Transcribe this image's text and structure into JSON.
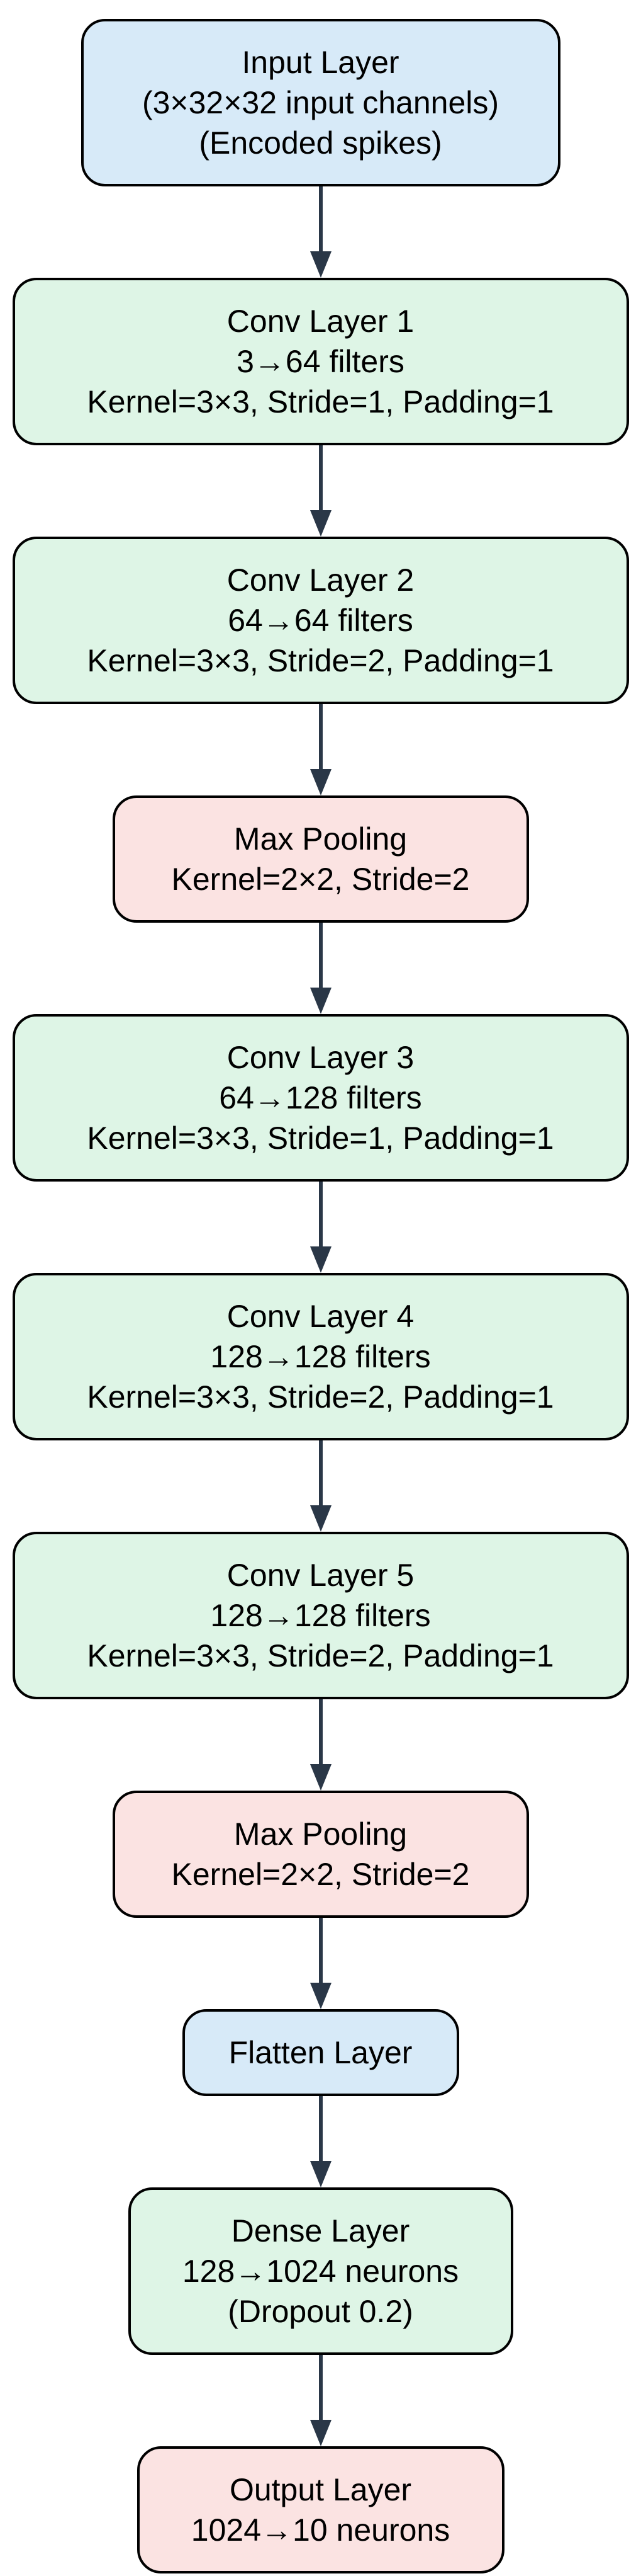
{
  "diagram": {
    "description": "SNN/CNN architecture flowchart",
    "colors": {
      "input_fill": "#d7eaf8",
      "conv_fill": "#def5e6",
      "pool_fill": "#fbe3e2",
      "border": "#000000",
      "arrow": "#2a3747",
      "background": "#ffffff",
      "text": "#000000"
    },
    "nodes": [
      {
        "id": "input-layer",
        "kind": "input",
        "fill": "input_fill",
        "lines": [
          "Input Layer",
          "(3×32×32 input channels)",
          "(Encoded spikes)"
        ]
      },
      {
        "id": "conv-layer-1",
        "kind": "conv",
        "fill": "conv_fill",
        "lines": [
          "Conv Layer 1",
          "3→64 filters",
          "Kernel=3×3, Stride=1, Padding=1"
        ]
      },
      {
        "id": "conv-layer-2",
        "kind": "conv",
        "fill": "conv_fill",
        "lines": [
          "Conv Layer 2",
          "64→64 filters",
          "Kernel=3×3, Stride=2, Padding=1"
        ]
      },
      {
        "id": "max-pooling-1",
        "kind": "pool",
        "fill": "pool_fill",
        "lines": [
          "Max Pooling",
          "Kernel=2×2, Stride=2"
        ]
      },
      {
        "id": "conv-layer-3",
        "kind": "conv",
        "fill": "conv_fill",
        "lines": [
          "Conv Layer 3",
          "64→128 filters",
          "Kernel=3×3, Stride=1, Padding=1"
        ]
      },
      {
        "id": "conv-layer-4",
        "kind": "conv",
        "fill": "conv_fill",
        "lines": [
          "Conv Layer 4",
          "128→128 filters",
          "Kernel=3×3, Stride=2, Padding=1"
        ]
      },
      {
        "id": "conv-layer-5",
        "kind": "conv",
        "fill": "conv_fill",
        "lines": [
          "Conv Layer 5",
          "128→128 filters",
          "Kernel=3×3, Stride=2, Padding=1"
        ]
      },
      {
        "id": "max-pooling-2",
        "kind": "pool",
        "fill": "pool_fill",
        "lines": [
          "Max Pooling",
          "Kernel=2×2, Stride=2"
        ]
      },
      {
        "id": "flatten-layer",
        "kind": "flatten",
        "fill": "input_fill",
        "lines": [
          "Flatten Layer"
        ]
      },
      {
        "id": "dense-layer",
        "kind": "dense",
        "fill": "conv_fill",
        "lines": [
          "Dense Layer",
          "128→1024 neurons",
          "(Dropout 0.2)"
        ]
      },
      {
        "id": "output-layer",
        "kind": "output",
        "fill": "pool_fill",
        "lines": [
          "Output Layer",
          "1024→10 neurons"
        ]
      }
    ],
    "edges": [
      [
        "input-layer",
        "conv-layer-1"
      ],
      [
        "conv-layer-1",
        "conv-layer-2"
      ],
      [
        "conv-layer-2",
        "max-pooling-1"
      ],
      [
        "max-pooling-1",
        "conv-layer-3"
      ],
      [
        "conv-layer-3",
        "conv-layer-4"
      ],
      [
        "conv-layer-4",
        "conv-layer-5"
      ],
      [
        "conv-layer-5",
        "max-pooling-2"
      ],
      [
        "max-pooling-2",
        "flatten-layer"
      ],
      [
        "flatten-layer",
        "dense-layer"
      ],
      [
        "dense-layer",
        "output-layer"
      ]
    ]
  }
}
